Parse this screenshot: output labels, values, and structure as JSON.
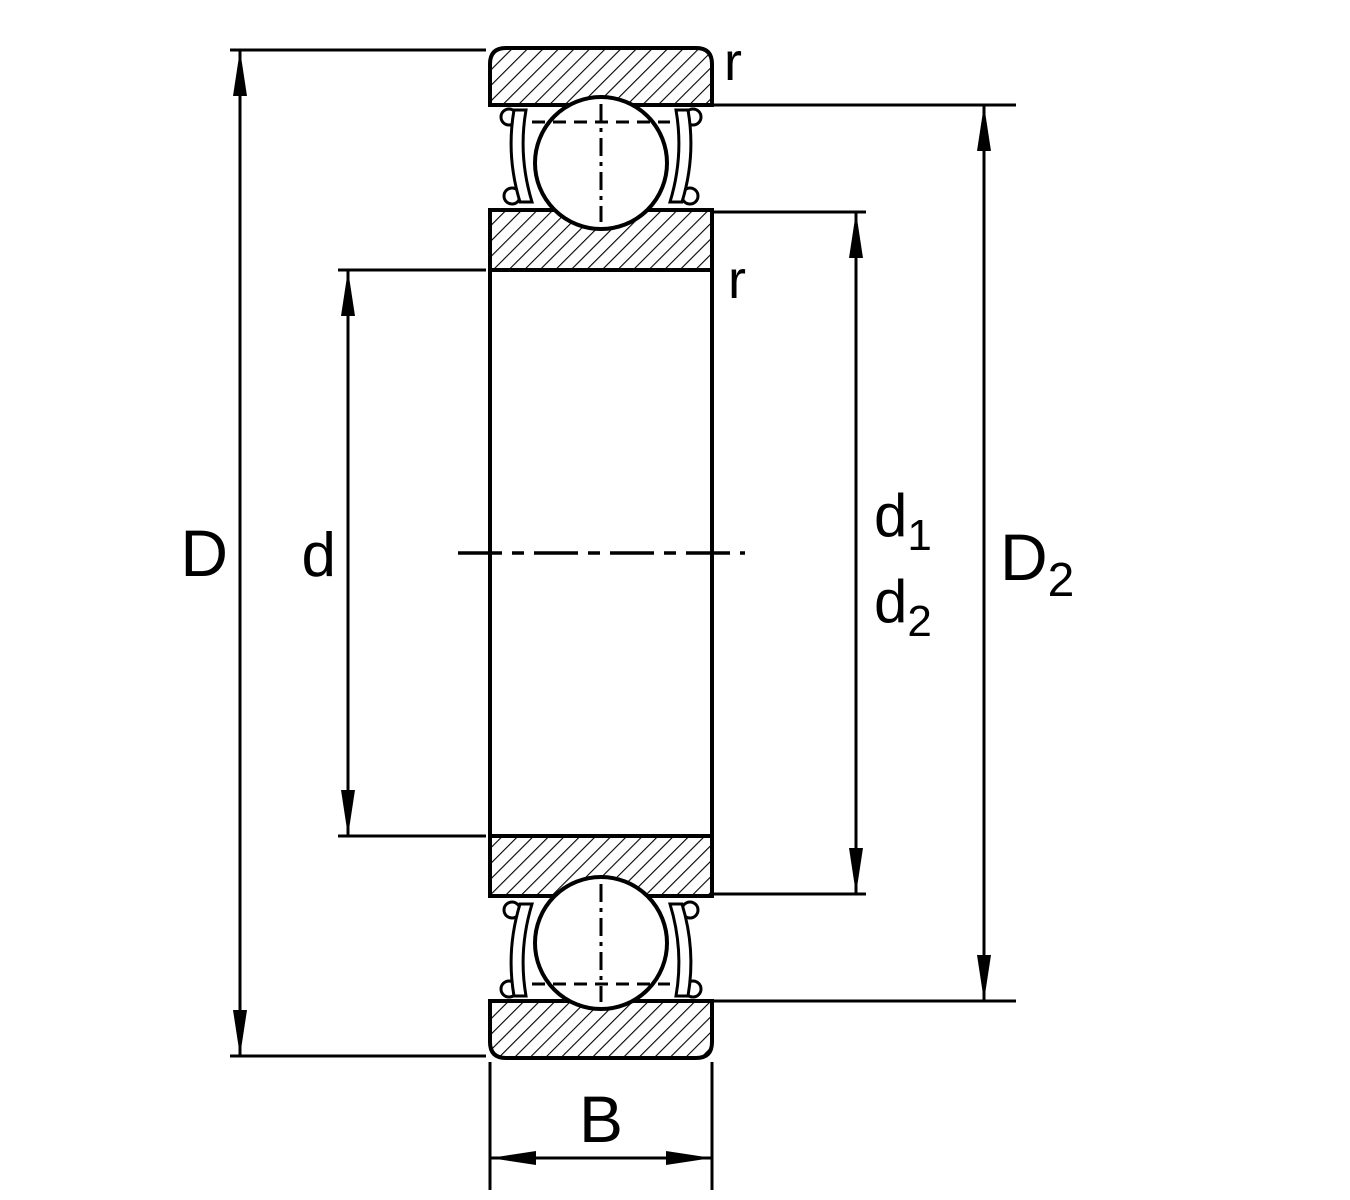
{
  "diagram": {
    "colors": {
      "line": "#000000",
      "background": "#ffffff"
    },
    "labels": {
      "outer_diameter": "D",
      "bore_diameter": "d",
      "d1": {
        "base": "d",
        "sub": "1"
      },
      "d2": {
        "base": "d",
        "sub": "2"
      },
      "D2": {
        "base": "D",
        "sub": "2"
      },
      "width": "B",
      "fillet_top": "r",
      "fillet_inner": "r"
    }
  }
}
